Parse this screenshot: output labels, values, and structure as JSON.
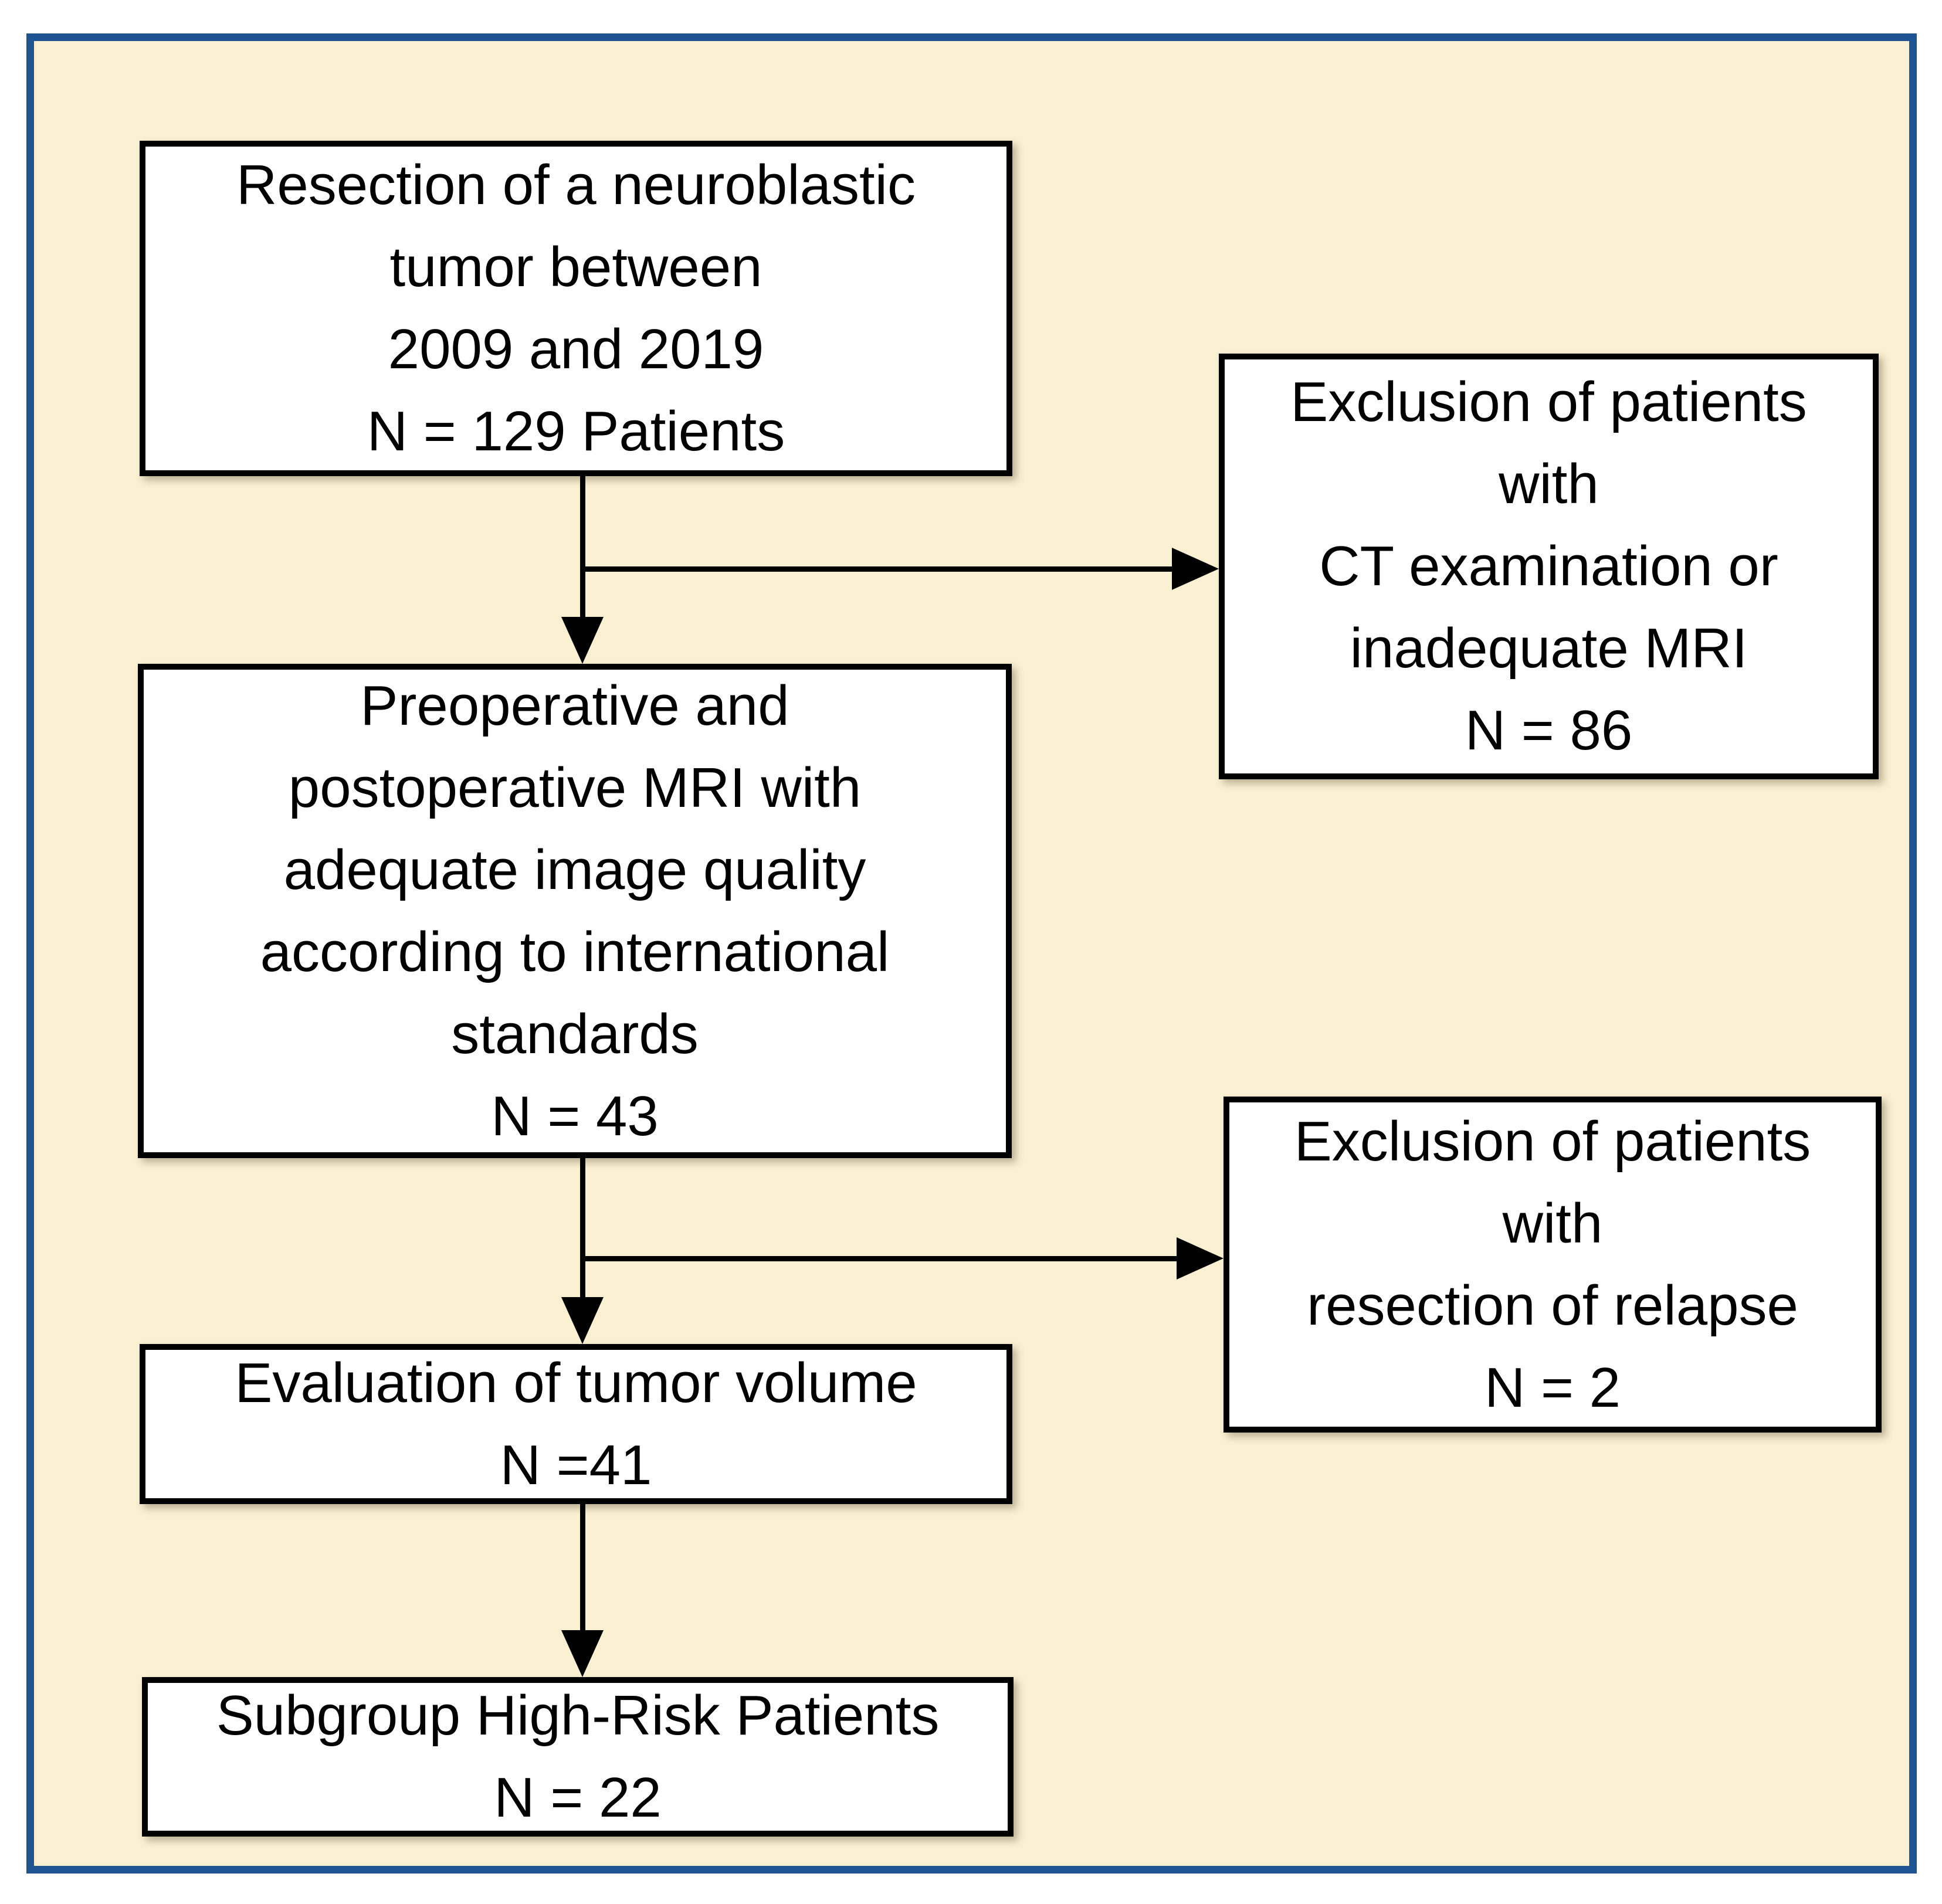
{
  "diagram": {
    "type": "patient-selection-flowchart",
    "colors": {
      "background": "#FBF0D2",
      "frame_border": "#1D5491",
      "box_border": "#000000",
      "box_fill": "#FFFFFF",
      "text": "#000000",
      "arrow": "#000000"
    },
    "nodes": [
      {
        "id": "resection",
        "text": "Resection of a neuroblastic\ntumor between\n2009 and 2019\nN = 129 Patients",
        "n_value": "129"
      },
      {
        "id": "exclusion-ct",
        "text": "Exclusion of patients\nwith\nCT examination or\ninadequate MRI\nN = 86",
        "n_value": "86"
      },
      {
        "id": "preop-mri",
        "text": "Preoperative and\npostoperative MRI with\nadequate image quality\naccording to international\nstandards\nN = 43",
        "n_value": "43"
      },
      {
        "id": "exclusion-relapse",
        "text": "Exclusion of patients\nwith\nresection of relapse\nN = 2",
        "n_value": "2"
      },
      {
        "id": "evaluation-volume",
        "text": "Evaluation of tumor volume\nN =41",
        "n_value": "41"
      },
      {
        "id": "subgroup-high-risk",
        "text": "Subgroup High-Risk Patients\nN = 22",
        "n_value": "22"
      }
    ],
    "edges": [
      {
        "from": "resection",
        "to": "preop-mri",
        "style": "arrow-down"
      },
      {
        "from": "resection",
        "to": "exclusion-ct",
        "style": "arrow-right-branch"
      },
      {
        "from": "preop-mri",
        "to": "evaluation-volume",
        "style": "arrow-down"
      },
      {
        "from": "preop-mri",
        "to": "exclusion-relapse",
        "style": "arrow-right-branch"
      },
      {
        "from": "evaluation-volume",
        "to": "subgroup-high-risk",
        "style": "arrow-down"
      }
    ]
  }
}
